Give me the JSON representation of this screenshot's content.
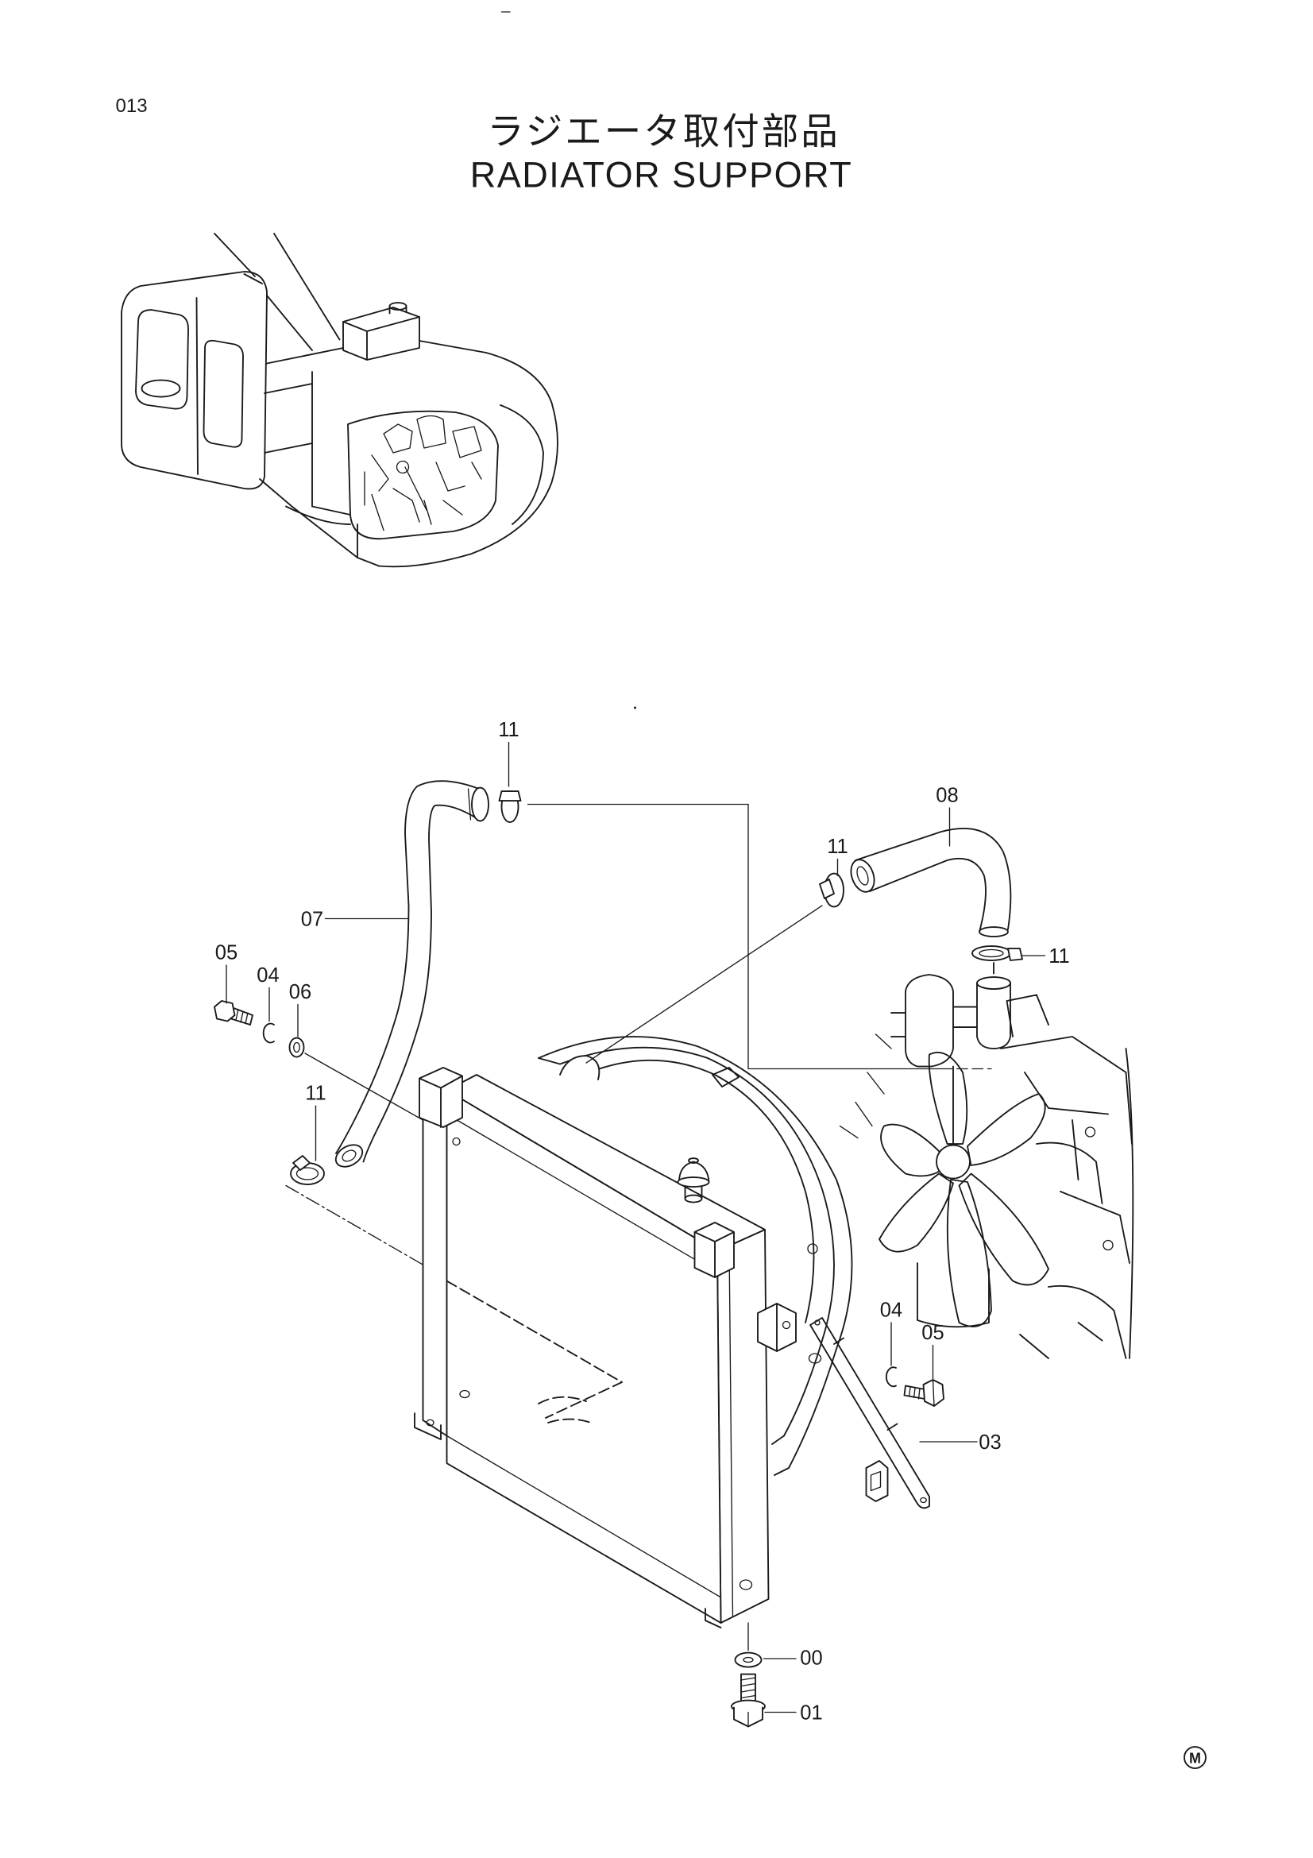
{
  "header": {
    "page_number": "013",
    "title_ja": "ラジエータ取付部品",
    "title_en": "RADIATOR SUPPORT"
  },
  "callouts": [
    "11",
    "08",
    "11",
    "07",
    "05",
    "04",
    "06",
    "11",
    "11",
    "04",
    "05",
    "03",
    "00",
    "01"
  ],
  "mark": "M",
  "colors": {
    "ink": "#1a1a1a",
    "paper": "#ffffff"
  }
}
